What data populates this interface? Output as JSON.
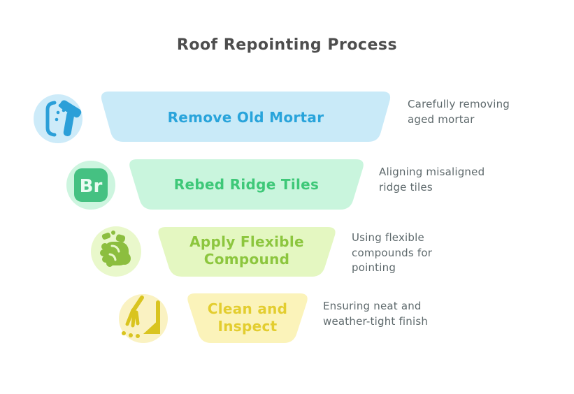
{
  "title": "Roof Repointing Process",
  "colors": {
    "title_text": "#4d4d4d",
    "description_text": "#5e696c",
    "background": "#ffffff"
  },
  "stages": [
    {
      "label_lines": [
        "Remove Old Mortar"
      ],
      "description_lines": [
        "Carefully removing",
        "aged mortar"
      ],
      "icon": "hammer-demolition-icon",
      "colors": {
        "segment_fill": "#c9eaf8",
        "accent": "#29a4db",
        "circle_fill": "#cdebf9",
        "icon": "#2b9fd8"
      }
    },
    {
      "label_lines": [
        "Rebed Ridge Tiles"
      ],
      "description_lines": [
        "Aligning misaligned",
        "ridge tiles"
      ],
      "icon": "br-badge-icon",
      "icon_badge": "Br",
      "colors": {
        "segment_fill": "#c9f5dd",
        "accent": "#3ec878",
        "circle_fill": "#cdf5df",
        "icon": "#45c182"
      }
    },
    {
      "label_lines": [
        "Apply Flexible",
        "Compound"
      ],
      "description_lines": [
        "Using flexible",
        "compounds for",
        "pointing"
      ],
      "icon": "fist-squeeze-icon",
      "colors": {
        "segment_fill": "#e4f7c1",
        "accent": "#8cc63e",
        "circle_fill": "#e9f8cb",
        "icon": "#8cbe3f"
      }
    },
    {
      "label_lines": [
        "Clean and",
        "Inspect"
      ],
      "description_lines": [
        "Ensuring neat and",
        "weather-tight finish"
      ],
      "icon": "broom-sweep-icon",
      "colors": {
        "segment_fill": "#fbf3ba",
        "accent": "#e3cd2f",
        "circle_fill": "#faf2c2",
        "icon": "#d9c41f"
      }
    }
  ]
}
